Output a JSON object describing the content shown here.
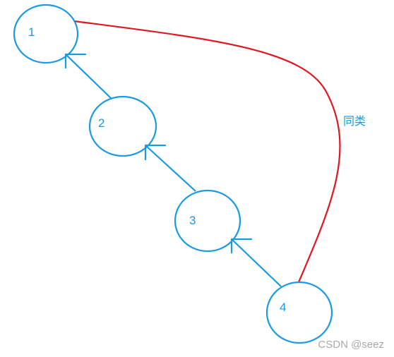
{
  "colors": {
    "node": "#1a9ae0",
    "relation": "#e0171f",
    "watermark": "#9a9a9a"
  },
  "nodes": [
    {
      "id": "1",
      "label": "1"
    },
    {
      "id": "2",
      "label": "2"
    },
    {
      "id": "3",
      "label": "3"
    },
    {
      "id": "4",
      "label": "4"
    }
  ],
  "edges": [
    {
      "from": "2",
      "to": "1"
    },
    {
      "from": "3",
      "to": "2"
    },
    {
      "from": "4",
      "to": "3"
    }
  ],
  "relation": {
    "between": [
      "1",
      "4"
    ],
    "label": "同类"
  },
  "watermark": "CSDN @seez"
}
